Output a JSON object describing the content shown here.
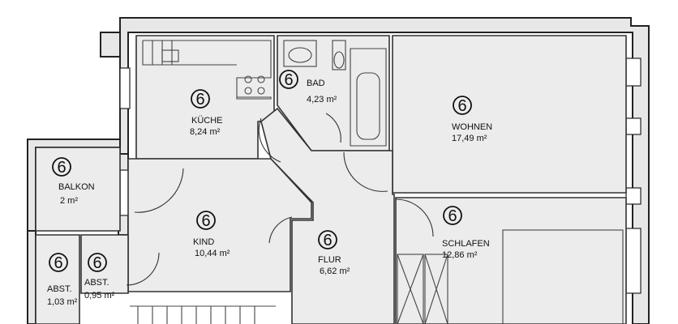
{
  "marker_number": "6",
  "rooms": {
    "kueche": {
      "name": "KÜCHE",
      "area": "8,24 m²"
    },
    "bad": {
      "name": "BAD",
      "area": "4,23 m²"
    },
    "wohnen": {
      "name": "WOHNEN",
      "area": "17,49 m²"
    },
    "balkon": {
      "name": "BALKON",
      "area": "2 m²"
    },
    "kind": {
      "name": "KIND",
      "area": "10,44 m²"
    },
    "flur": {
      "name": "FLUR",
      "area": "6,62 m²"
    },
    "schlafen": {
      "name": "SCHLAFEN",
      "area": "12,86 m²"
    },
    "abst1": {
      "name": "ABST.",
      "area": "1,03 m²"
    },
    "abst2": {
      "name": "ABST.",
      "area": "0,95 m²"
    }
  }
}
